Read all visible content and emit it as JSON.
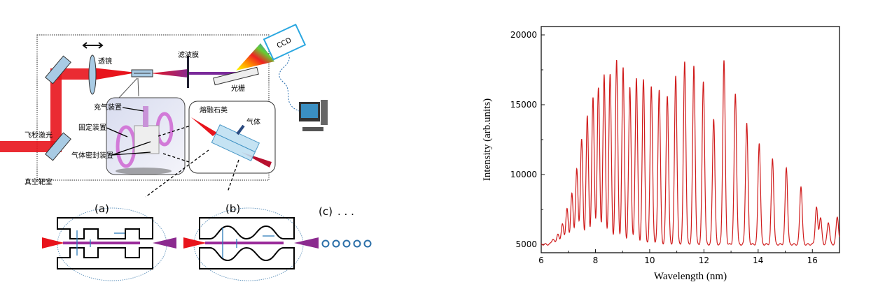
{
  "diagram": {
    "labels": {
      "lens": "透镜",
      "filter": "滤波膜",
      "ccd": "CCD",
      "grating": "光栅",
      "gas_filling": "充气装置",
      "fixture": "固定装置",
      "gas_seal": "气体密封装置",
      "fs_laser": "飞秒激光",
      "vacuum_chamber": "真空靶室",
      "fused_silica": "熔融石英",
      "gas": "气体",
      "panel_a": "(a)",
      "panel_b": "(b)",
      "panel_c": "(c)",
      "ellipsis": ". . ."
    },
    "colors": {
      "laser": "#e8141c",
      "beam_purple": "#8b2a8f",
      "optic": "#a8cbe4",
      "arrow": "#2b7bb9"
    }
  },
  "chart_data": {
    "type": "line",
    "title": "",
    "xlabel": "Wavelength (nm)",
    "ylabel": "Intensity (arb.units)",
    "xlim": [
      6,
      17
    ],
    "ylim": [
      4400,
      20600
    ],
    "xticks": [
      6,
      8,
      10,
      12,
      14,
      16
    ],
    "yticks": [
      5000,
      10000,
      15000,
      20000
    ],
    "grid": false,
    "baseline": 5000,
    "color": "#d01c1c",
    "peaks": [
      [
        6.43,
        5400
      ],
      [
        6.61,
        5750
      ],
      [
        6.78,
        6500
      ],
      [
        6.95,
        7600
      ],
      [
        7.13,
        8670
      ],
      [
        7.31,
        10400
      ],
      [
        7.49,
        12500
      ],
      [
        7.7,
        14170
      ],
      [
        7.91,
        15550
      ],
      [
        8.11,
        16280
      ],
      [
        8.32,
        17170
      ],
      [
        8.54,
        17130
      ],
      [
        8.78,
        18250
      ],
      [
        9.02,
        17630
      ],
      [
        9.27,
        16280
      ],
      [
        9.51,
        16900
      ],
      [
        9.77,
        16830
      ],
      [
        10.06,
        16250
      ],
      [
        10.35,
        16080
      ],
      [
        10.65,
        15670
      ],
      [
        10.96,
        17080
      ],
      [
        11.29,
        18080
      ],
      [
        11.63,
        17780
      ],
      [
        11.98,
        16670
      ],
      [
        12.36,
        14030
      ],
      [
        12.74,
        18170
      ],
      [
        13.16,
        15780
      ],
      [
        13.58,
        13700
      ],
      [
        14.04,
        12280
      ],
      [
        14.53,
        11170
      ],
      [
        15.04,
        10500
      ],
      [
        15.58,
        9170
      ],
      [
        16.15,
        7630
      ],
      [
        16.3,
        6900
      ],
      [
        16.59,
        6600
      ],
      [
        16.92,
        7000
      ]
    ]
  }
}
